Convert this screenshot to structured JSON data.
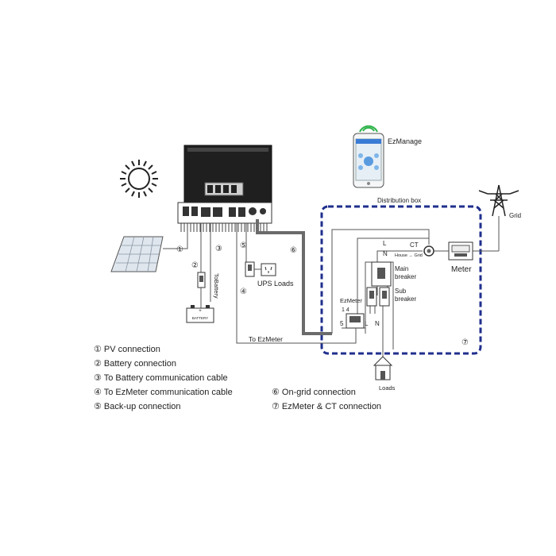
{
  "app": {
    "name": "EzManage"
  },
  "labels": {
    "distribution_box": "Distribution box",
    "grid": "Grid",
    "meter": "Meter",
    "ct": "CT",
    "house_to_grid": "House → Grid",
    "main_breaker": "Main\nbreaker",
    "sub_breaker": "Sub\nbreaker",
    "ezmeter": "EzMeter",
    "ups_loads": "UPS Loads",
    "to_battery": "ToBattery",
    "to_ezmeter": "To EzMeter",
    "loads": "Loads",
    "battery": "BATTERY",
    "L": "L",
    "N": "N",
    "num5": "5"
  },
  "markers": [
    "①",
    "②",
    "③",
    "④",
    "⑤",
    "⑥",
    "⑦"
  ],
  "legend": {
    "left": [
      "① PV connection",
      "② Battery connection",
      "③ To Battery communication cable",
      "④ To EzMeter communication cable",
      "⑤ Back-up connection"
    ],
    "right": [
      "⑥ On-grid connection",
      "⑦ EzMeter & CT connection"
    ]
  },
  "colors": {
    "box_border": "#1f2f8c",
    "on_grid_cable": "#6b6b6b",
    "cable": "#555555",
    "sun": "#222222"
  }
}
